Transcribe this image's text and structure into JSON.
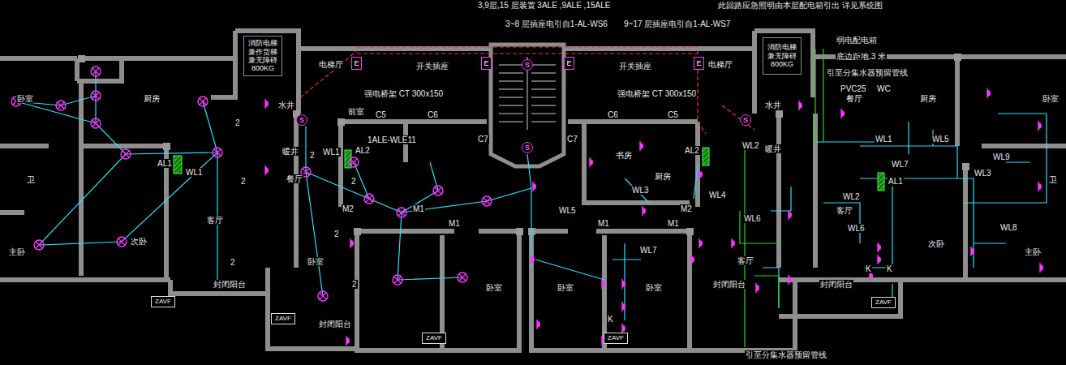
{
  "diagram": {
    "nodes": [
      {
        "text": [
          "消防电梯 兼作货梯 兼无障碍 800KG"
        ]
      },
      {
        "text": [
          "消防电梯 兼无障碍 800KG"
        ]
      },
      {
        "text": [
          "ZAVF"
        ]
      },
      {
        "text": [
          "ZAVF"
        ]
      },
      {
        "text": [
          "ZAVF"
        ]
      },
      {
        "text": [
          "ZAVF"
        ]
      },
      {
        "text": [
          "ZAVF"
        ]
      },
      {
        "text": [
          "S"
        ]
      },
      {
        "text": [
          "S"
        ]
      },
      {
        "text": [
          "S"
        ]
      },
      {
        "text": [
          "S"
        ]
      },
      {
        "text": [
          "E"
        ]
      },
      {
        "text": [
          "E"
        ]
      },
      {
        "text": [
          "E"
        ]
      },
      {
        "text": [
          "E"
        ]
      }
    ],
    "labels": [
      "3,9层,15 层装置 3ALE ,9ALE ,15ALE",
      "此回路应急照明由本层配电箱引出 详见系统图",
      "3~8 层插座电引自1-AL-WS6",
      "9~17 层插座电引自1-AL-WS7",
      "弱电配电箱",
      "底边距地.3 米",
      "引至分集水器预留管线",
      "PVC25",
      "WC",
      "开关插座",
      "开关插座",
      "强电桥架 CT 300x150",
      "强电桥架 CT 300x150",
      "电梯厅",
      "电梯厅",
      "水井",
      "水井",
      "前室",
      "C5",
      "C6",
      "C7",
      "C7",
      "C6",
      "C5",
      "暖井",
      "暖井",
      "1ALE-WLE11",
      "WL1",
      "AL2",
      "AL1",
      "WL1",
      "餐厅",
      "餐厅",
      "厨房",
      "厨房",
      "厨房",
      "书房",
      "卧室",
      "卫",
      "主卧",
      "次卧",
      "客厅",
      "封闭阳台",
      "卧室",
      "卧室",
      "卧室",
      "卧室",
      "封闭阳台",
      "封闭阳台",
      "封闭阳台",
      "客厅",
      "次卧",
      "主卧",
      "卧室",
      "卫",
      "客厅",
      "M2",
      "M1",
      "M1",
      "M1",
      "M1",
      "M2",
      "WL2",
      "WL3",
      "WL4",
      "WL5",
      "WL6",
      "WL6",
      "WL7",
      "WL7",
      "WL3",
      "WL5",
      "WL8",
      "WL9",
      "WL2",
      "WL1",
      "AL2",
      "AL1",
      "2",
      "2",
      "2",
      "2",
      "2",
      "2",
      "2",
      "K",
      "K",
      "K",
      "引至分集水器预留管线"
    ]
  }
}
